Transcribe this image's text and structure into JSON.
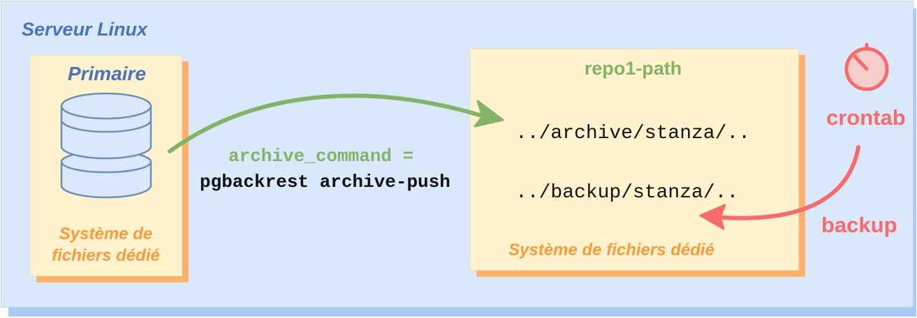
{
  "server": {
    "title": "Serveur Linux"
  },
  "primary": {
    "title": "Primaire",
    "icon": "database-icon",
    "filesystem_label": "Système de\nfichiers dédié"
  },
  "repo": {
    "title": "repo1-path",
    "archive_path": "../archive/stanza/..",
    "backup_path": "../backup/stanza/..",
    "filesystem_label": "Système de fichiers dédié"
  },
  "archive_command": {
    "line1": "archive_command =",
    "line2": "pgbackrest archive-push"
  },
  "crontab": {
    "label": "crontab",
    "icon": "timer-icon",
    "backup_label": "backup"
  },
  "colors": {
    "server_bg": "#dae8fc",
    "box_bg": "#fff2cc",
    "box_shadow": "#ffb06a",
    "blue_text": "#4a73b9",
    "green": "#82b366",
    "orange": "#f79b3c",
    "red": "#f86b6b"
  }
}
